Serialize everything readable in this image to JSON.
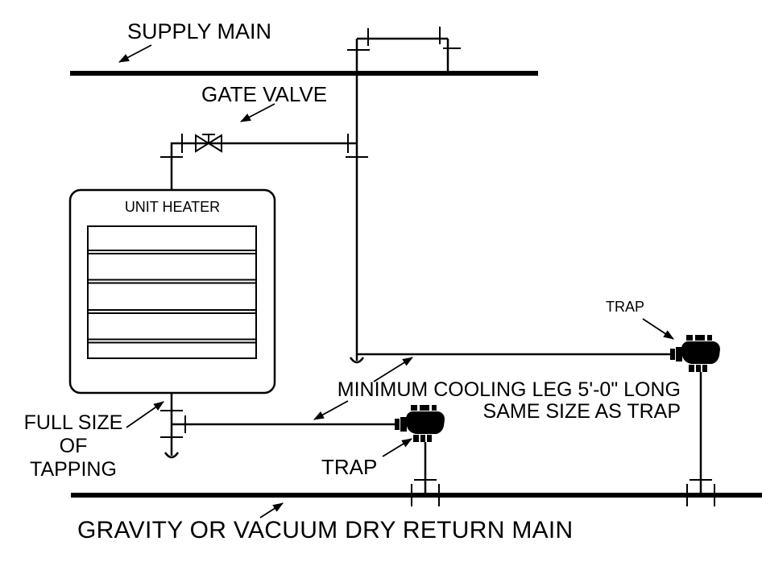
{
  "diagram": {
    "type": "steam-unit-heater-piping-detail",
    "labels": {
      "supply_main": "SUPPLY MAIN",
      "gate_valve": "GATE VALVE",
      "unit_heater": "UNIT HEATER",
      "full_size_of_tapping": {
        "line1": "FULL SIZE",
        "line2": "OF",
        "line3": "TAPPING"
      },
      "cooling_leg": {
        "line1": "MINIMUM COOLING LEG 5'-0\" LONG",
        "line2": "SAME SIZE AS TRAP"
      },
      "trap_lower": "TRAP",
      "trap_upper": "TRAP",
      "return_main": "GRAVITY OR VACUUM DRY RETURN MAIN"
    },
    "colors": {
      "ink": "#000000",
      "paper": "#ffffff"
    }
  }
}
